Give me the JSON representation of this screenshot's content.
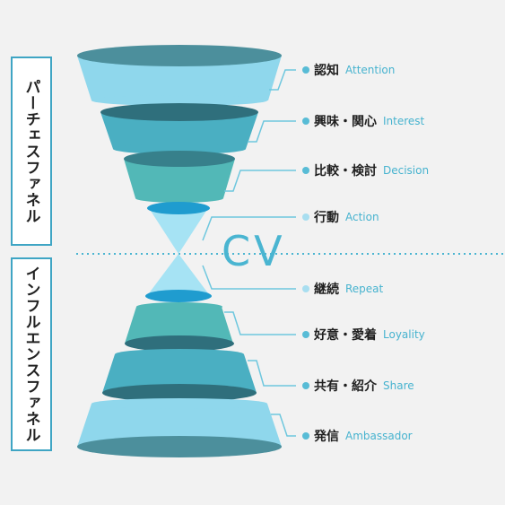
{
  "colors": {
    "background": "#f2f2f2",
    "accent": "#3fa5c4",
    "label_en": "#47b3cf",
    "connector": "#6ec7de",
    "dot": "#58bcd6",
    "cv": "#4ab5d1",
    "funnel_light": "#8fd7ec",
    "funnel_teal": "#4bb5b8",
    "funnel_dark": "#357f8c"
  },
  "side_labels": {
    "purchase": "パーチェスファネル",
    "influence": "インフルエンスファネル"
  },
  "divider_label": "CV",
  "stages": [
    {
      "id": "attention",
      "jp": "認知",
      "en": "Attention"
    },
    {
      "id": "interest",
      "jp": "興味・関心",
      "en": "Interest"
    },
    {
      "id": "decision",
      "jp": "比較・検討",
      "en": "Decision"
    },
    {
      "id": "action",
      "jp": "行動",
      "en": "Action"
    },
    {
      "id": "repeat",
      "jp": "継続",
      "en": "Repeat"
    },
    {
      "id": "loyality",
      "jp": "好意・愛着",
      "en": "Loyality"
    },
    {
      "id": "share",
      "jp": "共有・紹介",
      "en": "Share"
    },
    {
      "id": "ambassador",
      "jp": "発信",
      "en": "Ambassador"
    }
  ]
}
